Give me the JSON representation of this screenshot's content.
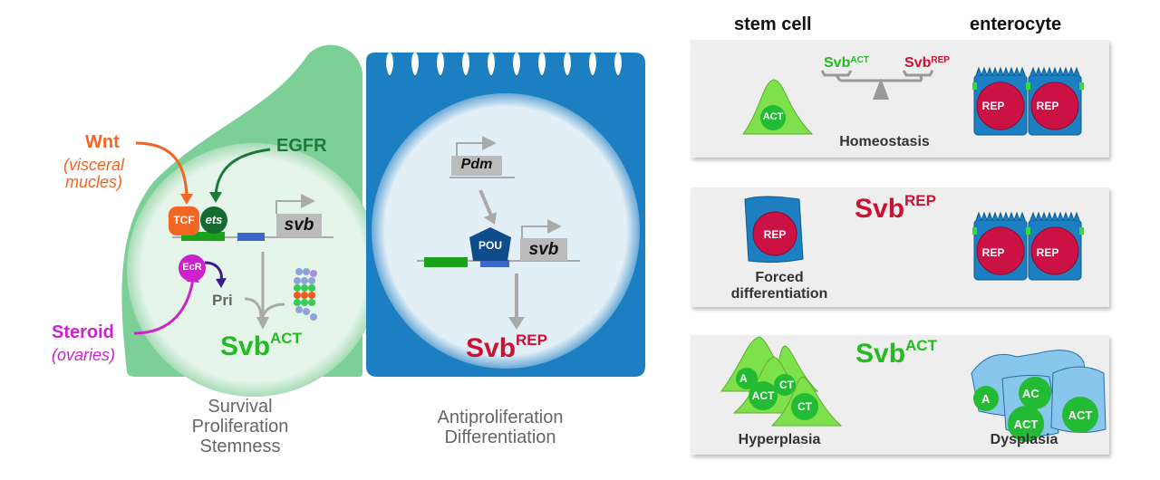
{
  "stem_cell_diagram": {
    "signals": {
      "wnt": {
        "label": "Wnt",
        "source": "(visceral mucles)",
        "source_line1": "(visceral",
        "source_line2": "mucles)",
        "color": "#f26522"
      },
      "egfr": {
        "label": "EGFR",
        "color": "#1b7a3a"
      },
      "steroid": {
        "label": "Steroid",
        "source": "(ovaries)",
        "color": "#cc22cc"
      }
    },
    "factors": {
      "tcf": "TCF",
      "ets": "ets",
      "ecr": "EcR",
      "pri": "Pri"
    },
    "gene": "svb",
    "output": {
      "base": "Svb",
      "sup": "ACT",
      "color": "#22bb22"
    },
    "caption": [
      "Survival",
      "Proliferation",
      "Stemness"
    ]
  },
  "enterocyte_diagram": {
    "upstream_gene": "Pdm",
    "factor": "POU",
    "gene": "svb",
    "output": {
      "base": "Svb",
      "sup": "REP",
      "color": "#cc1133"
    },
    "caption": [
      "Antiproliferation",
      "Differentiation"
    ]
  },
  "right_panels": {
    "headers": {
      "stem_cell": "stem cell",
      "enterocyte": "enterocyte"
    },
    "homeostasis": {
      "act_label": {
        "base": "Svb",
        "sup": "ACT"
      },
      "rep_label": {
        "base": "Svb",
        "sup": "REP"
      },
      "stem_nucleus": "ACT",
      "ent_nuclei": [
        "REP",
        "REP"
      ],
      "caption": "Homeostasis"
    },
    "svb_rep": {
      "title": {
        "base": "Svb",
        "sup": "REP"
      },
      "stem_nucleus": "REP",
      "caption_line1": "Forced",
      "caption_line2": "differentiation",
      "ent_nuclei": [
        "REP",
        "REP"
      ]
    },
    "svb_act": {
      "title": {
        "base": "Svb",
        "sup": "ACT"
      },
      "stem_nuclei": [
        "A",
        "CT",
        "ACT",
        "CT"
      ],
      "ent_nuclei": [
        "A",
        "AC",
        "ACT",
        "ACT"
      ],
      "left_caption": "Hyperplasia",
      "right_caption": "Dysplasia"
    }
  },
  "colors": {
    "stem_green": "#7dcf98",
    "stem_nucleus": "#e4f4e8",
    "ent_blue": "#1b7fc1",
    "ent_nucleus": "#e4f0f8",
    "act_green": "#22bb22",
    "rep_red": "#cc1133",
    "gray": "#aaaaaa"
  }
}
